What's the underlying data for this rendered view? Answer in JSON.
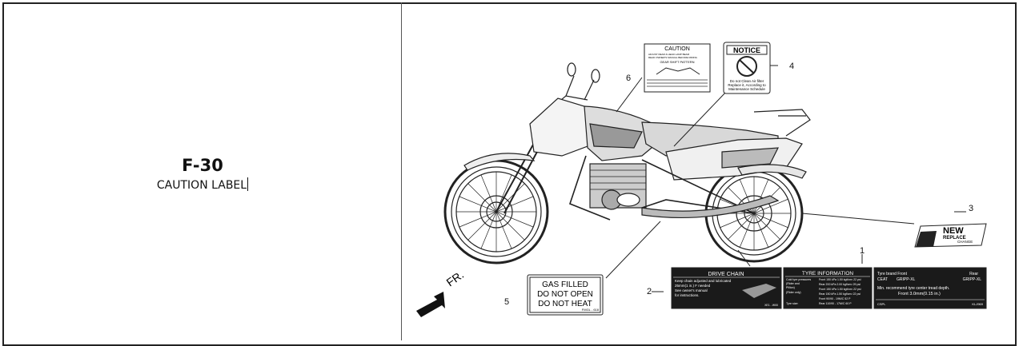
{
  "part": {
    "code": "F-30",
    "title": "CAUTION LABEL"
  },
  "figure": {
    "callouts": [
      "1",
      "2",
      "3",
      "4",
      "5",
      "6"
    ],
    "direction_label": "FR.",
    "labels": {
      "caution": {
        "heading": "CAUTION",
        "subheading": "GEAR SHIFT PATTERN",
        "lines": [
          "ADJUST REAR & HEAD LAMP BEAM",
          "READ OWNER'S MANUAL BEFORE RIDING"
        ]
      },
      "notice": {
        "heading": "NOTICE",
        "text": [
          "Do not Clean Air filter",
          "Replace it, According to",
          "Maintenance Schedule"
        ]
      },
      "new_replace": {
        "line1": "NEW",
        "line2": "REPLACE",
        "line3": "CHANGE"
      },
      "gas": {
        "line1": "GAS FILLED",
        "line2": "DO NOT OPEN",
        "line3": "DO NOT HEAT",
        "code": "FMGL - 618"
      },
      "drive_chain": {
        "heading": "DRIVE CHAIN",
        "lines": [
          "Keep chain adjusted and lubricated",
          "25mm(1 in.) F needed",
          "See owner's manual",
          "for instructions."
        ],
        "footer": "XE1 - W00"
      },
      "tyre": {
        "heading": "TYRE INFORMATION",
        "left_lines": [
          "Cold tyre pressures",
          "(Rider and",
          "Pillion)",
          "(Rider only)",
          "",
          "Tyre size:"
        ],
        "right_lines": [
          "Front 150 kPa 1.50 kgf/cm² 22 psi",
          "Rear 200 kPa 2.00 kgf/cm² 29 psi",
          "Front 150 kPa 1.50 kgf/cm² 22 psi",
          "Rear 150 kPa 1.50 kgf/cm² 22 psi",
          "Front 90/90 - 19M/C 52 P",
          "Rear 110/90 - 17M/C 60 P"
        ]
      },
      "tyre_brand": {
        "line1_left": "Tyre brand Front",
        "line1_right": "Rear",
        "line2_left": "CEAT",
        "line2_mid": "GRIPP-XL",
        "line2_right": "GRIPP-XL",
        "line3": "Min. recommend tyre center tread depth.",
        "line4": "Front  3.0mm(0.15 in.)",
        "footer_left": "CSPL",
        "footer_right": "KLJ969"
      }
    }
  }
}
